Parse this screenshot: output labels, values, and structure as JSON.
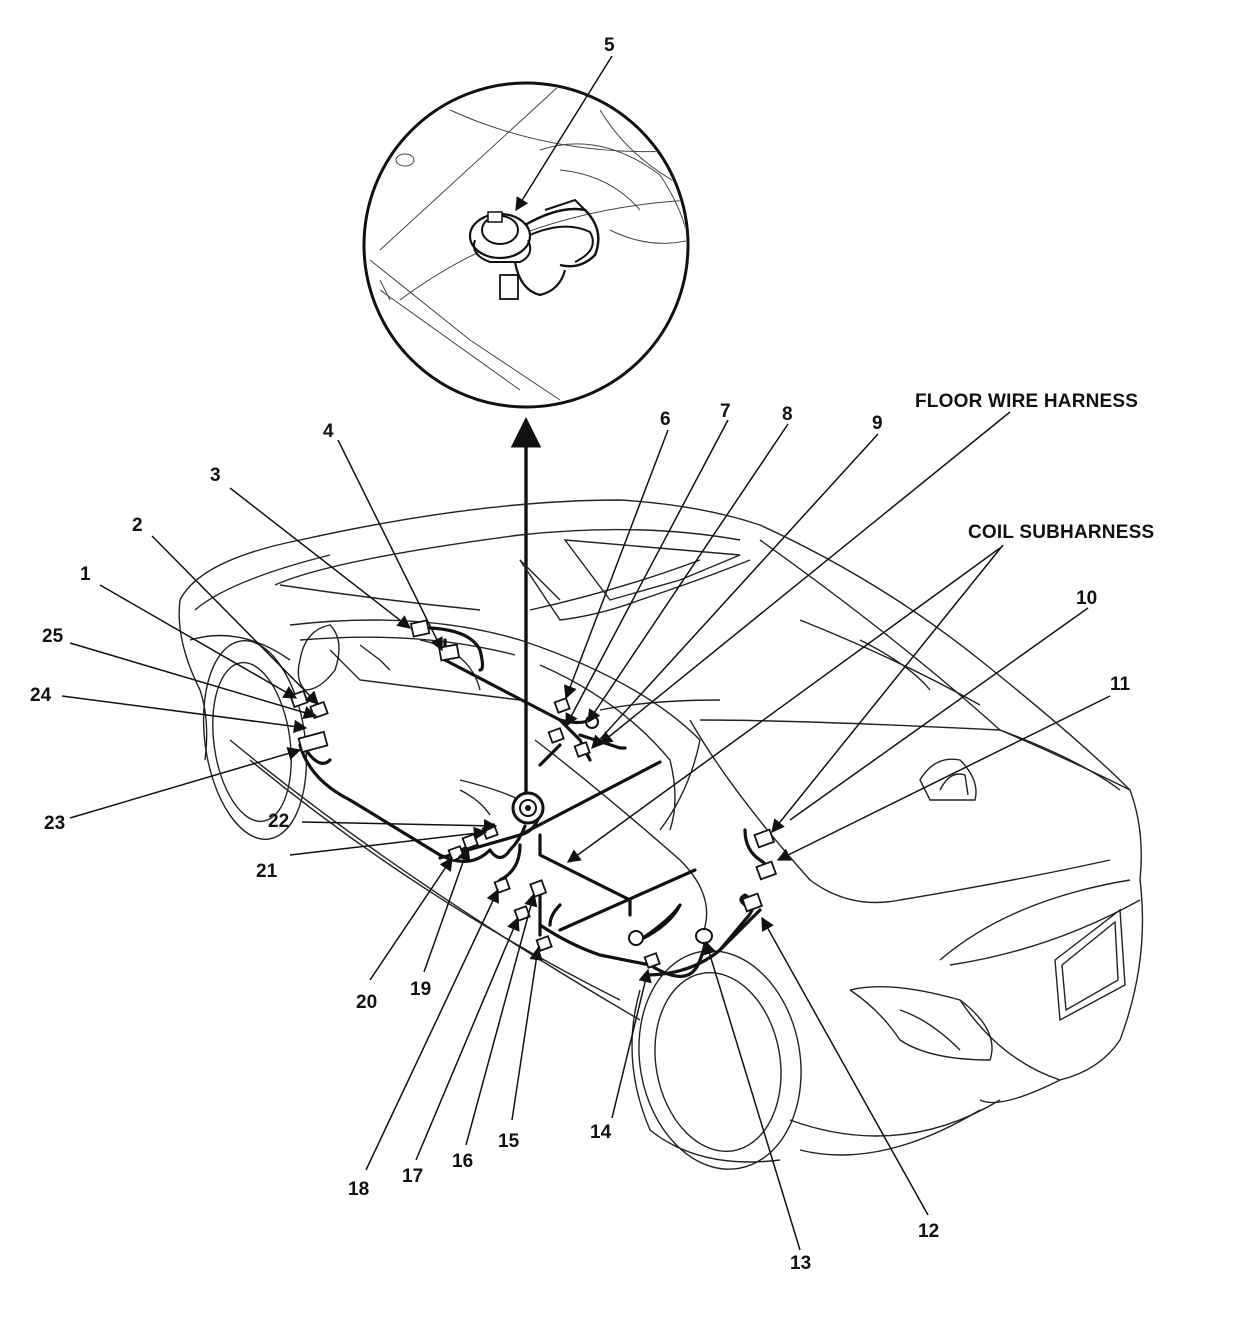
{
  "labels": {
    "n1": "1",
    "n2": "2",
    "n3": "3",
    "n4": "4",
    "n5": "5",
    "n6": "6",
    "n7": "7",
    "n8": "8",
    "n9": "9",
    "n10": "10",
    "n11": "11",
    "n12": "12",
    "n13": "13",
    "n14": "14",
    "n15": "15",
    "n16": "16",
    "n17": "17",
    "n18": "18",
    "n19": "19",
    "n20": "20",
    "n21": "21",
    "n22": "22",
    "n23": "23",
    "n24": "24",
    "n25": "25",
    "floor_wire_harness": "FLOOR WIRE HARNESS",
    "coil_subharness": "COIL SUBHARNESS"
  }
}
